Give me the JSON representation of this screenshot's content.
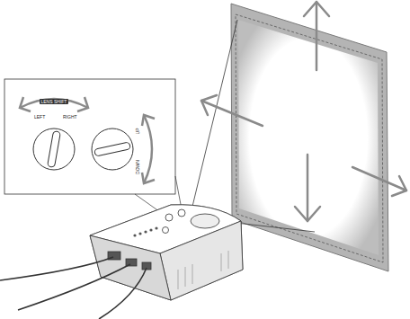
{
  "diagram": {
    "labels": [
      "LENS SHIFT",
      "LEFT",
      "RIGHT",
      "DOWN",
      "UP"
    ]
  }
}
